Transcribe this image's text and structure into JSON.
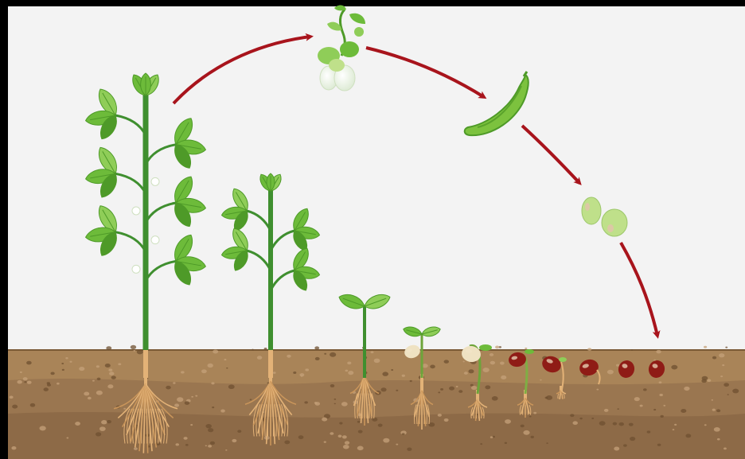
{
  "colors": {
    "frame": "#000000",
    "sky": "#f3f3f3",
    "soil_top": "#a98458",
    "soil_mid": "#9a7650",
    "soil_deep": "#8d6a47",
    "stem": "#3f8f2f",
    "leaf": "#6dbb3a",
    "leaf_dark": "#4e9a28",
    "leaf_light": "#8fcd58",
    "root": "#e3b277",
    "root_dark": "#c9955a",
    "arrow": "#a8141c",
    "pod": "#7cc23e",
    "bean_green": "#bfe08a",
    "bean_red": "#8f1c16",
    "bean_spot": "#f2e6c8",
    "flower": "#ffffff"
  },
  "stages": [
    {
      "name": "mature-plant"
    },
    {
      "name": "young-plant"
    },
    {
      "name": "seedling"
    },
    {
      "name": "early-seedling"
    },
    {
      "name": "sprout-hooked"
    },
    {
      "name": "sprout-emerging"
    },
    {
      "name": "germinating-seed"
    },
    {
      "name": "swelling-seed"
    },
    {
      "name": "seed-small"
    },
    {
      "name": "seed"
    }
  ],
  "cycle": [
    "flower",
    "pod",
    "seeds"
  ],
  "icons": {
    "arrow": "curved-arrow-icon"
  }
}
